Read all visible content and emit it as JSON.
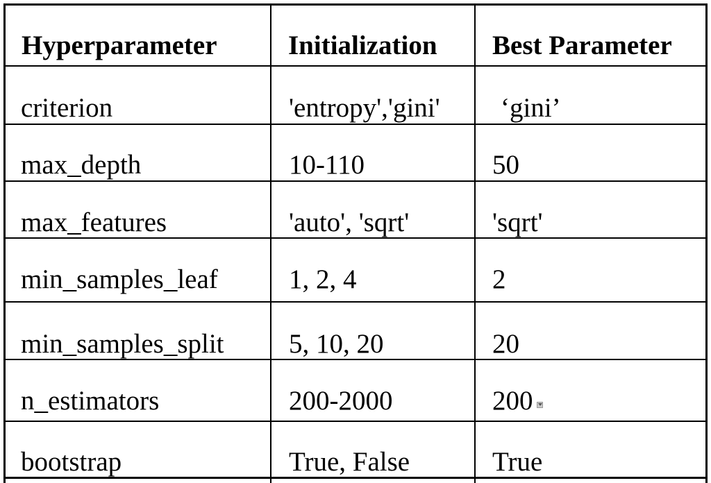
{
  "table": {
    "headers": [
      "Hyperparameter",
      "Initialization",
      "Best Parameter"
    ],
    "rows": [
      [
        "criterion",
        "'entropy','gini'",
        "‘gini’"
      ],
      [
        "max_depth",
        "10-110",
        "50"
      ],
      [
        "max_features",
        "'auto', 'sqrt'",
        "'sqrt'"
      ],
      [
        "min_samples_leaf",
        "1, 2, 4",
        "2"
      ],
      [
        "min_samples_split",
        "5, 10, 20",
        "20"
      ],
      [
        "n_estimators",
        "200-2000",
        "200"
      ],
      [
        "bootstrap",
        "True, False",
        "True"
      ]
    ]
  },
  "icons": {
    "inline_marker": "dropdown-marker-icon"
  }
}
